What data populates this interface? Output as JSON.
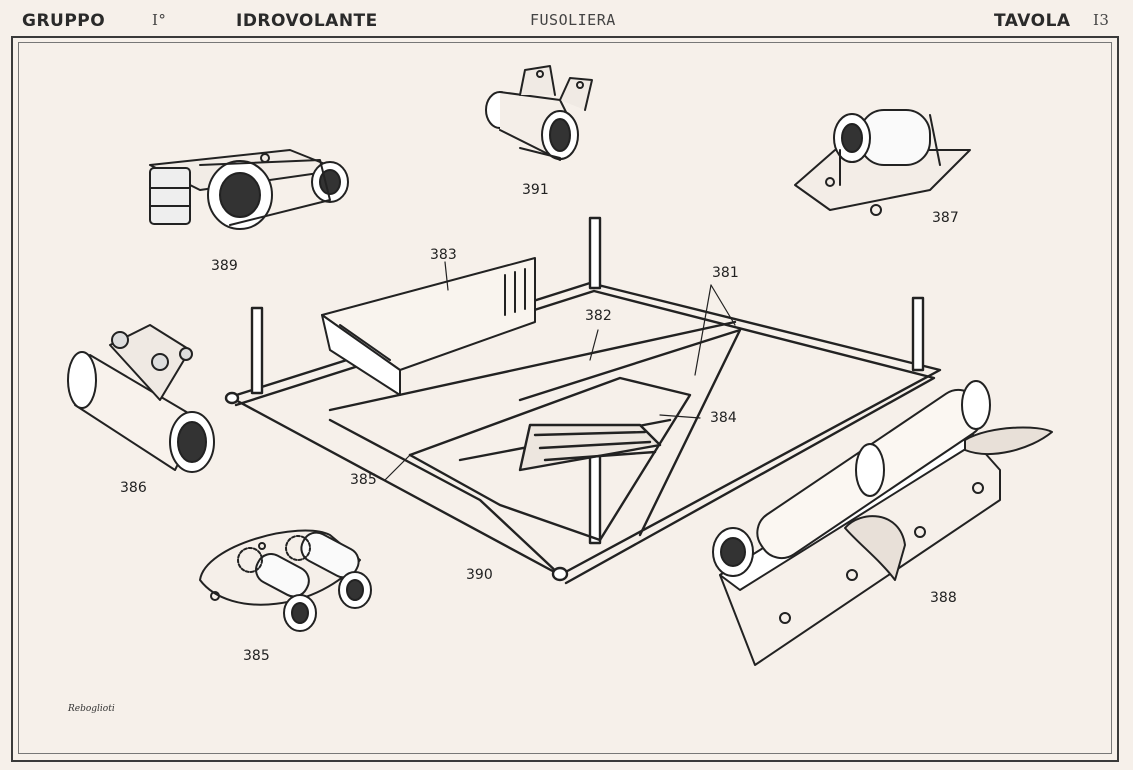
{
  "header": {
    "group_label": "GRUPPO",
    "group_number": "I°",
    "subject": "IDROVOLANTE",
    "section": "FUSOLIERA",
    "plate_label": "TAVOLA",
    "plate_number": "I3"
  },
  "part_labels": {
    "p389": "389",
    "p391": "391",
    "p387": "387",
    "p383": "383",
    "p381": "381",
    "p382": "382",
    "p384": "384",
    "p386": "386",
    "p385_frame": "385",
    "p390": "390",
    "p388": "388",
    "p385": "385"
  },
  "signature": "Reboglioti",
  "colors": {
    "paper": "#f6f0ea",
    "ink": "#222222",
    "frame": "#3a3a3a"
  }
}
